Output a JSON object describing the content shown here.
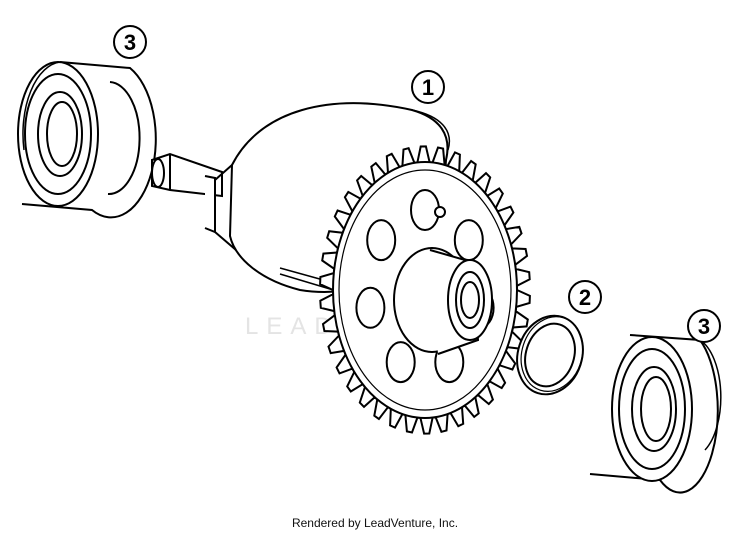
{
  "callouts": [
    {
      "id": "bearing-left",
      "label": "3"
    },
    {
      "id": "crankshaft",
      "label": "1"
    },
    {
      "id": "shim",
      "label": "2"
    },
    {
      "id": "bearing-right",
      "label": "3"
    }
  ],
  "watermark": {
    "text": "LEADVENTURE"
  },
  "footer": {
    "credit": "Rendered by LeadVenture, Inc."
  },
  "colors": {
    "line": "#000000",
    "background": "#ffffff",
    "watermark": "#e4e4e4"
  }
}
